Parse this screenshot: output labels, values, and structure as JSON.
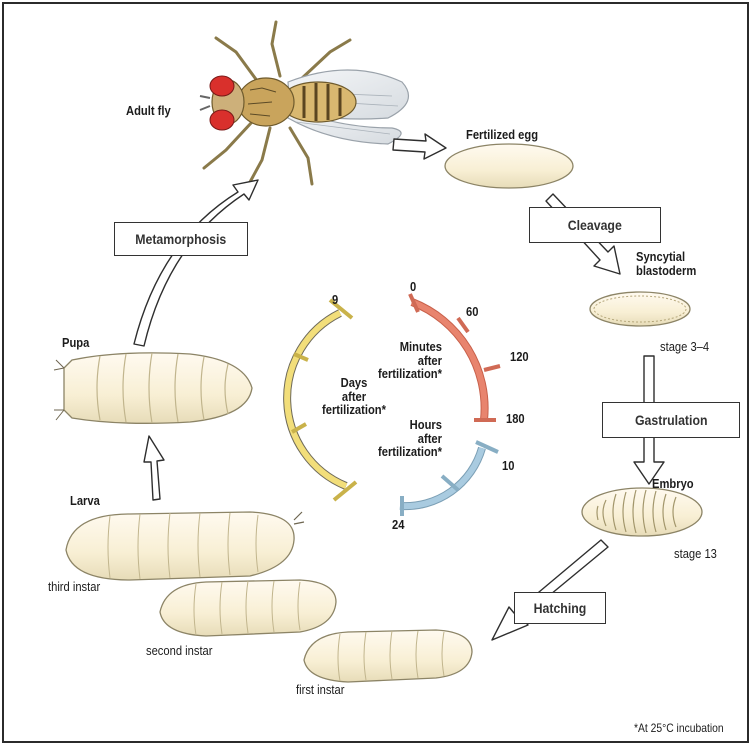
{
  "stages": {
    "adult_fly": "Adult fly",
    "fertilized_egg": "Fertilized egg",
    "syncytial_blastoderm": "Syncytial\nblastoderm",
    "syncytial_stage": "stage 3–4",
    "embryo": "Embryo",
    "embryo_stage": "stage 13",
    "first_instar": "first instar",
    "second_instar": "second instar",
    "third_instar": "third instar",
    "larva": "Larva",
    "pupa": "Pupa"
  },
  "processes": {
    "cleavage": "Cleavage",
    "gastrulation": "Gastrulation",
    "hatching": "Hatching",
    "metamorphosis": "Metamorphosis"
  },
  "scales": {
    "minutes": {
      "label": "Minutes\nafter\nfertilization*",
      "ticks": [
        "0",
        "60",
        "120",
        "180"
      ],
      "color": "#e8846e"
    },
    "hours": {
      "label": "Hours\nafter\nfertilization*",
      "ticks": [
        "10",
        "24"
      ],
      "color": "#a9cbe0"
    },
    "days": {
      "label": "Days\nafter\nfertilization*",
      "ticks": [
        "9"
      ],
      "color": "#f2de7a"
    }
  },
  "footnote": "*At 25°C incubation",
  "colors": {
    "body_fill": "#fbf3d9",
    "body_stroke": "#8c8466",
    "fly_eye": "#d9302c"
  }
}
